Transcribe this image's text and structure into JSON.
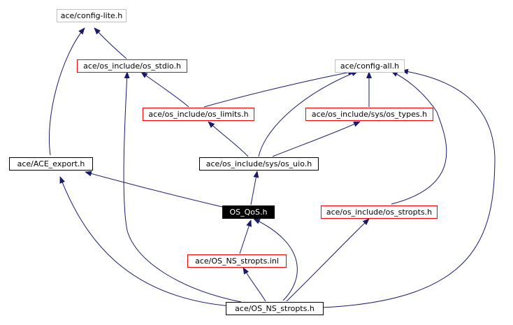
{
  "graph": {
    "nodes": [
      {
        "id": "config_lite",
        "label": "ace/config-lite.h",
        "style": "gray"
      },
      {
        "id": "os_stdio",
        "label": "ace/os_include/os_stdio.h",
        "style": "red"
      },
      {
        "id": "config_all",
        "label": "ace/config-all.h",
        "style": "gray"
      },
      {
        "id": "os_limits",
        "label": "ace/os_include/os_limits.h",
        "style": "red"
      },
      {
        "id": "os_types",
        "label": "ace/os_include/sys/os_types.h",
        "style": "red"
      },
      {
        "id": "ace_export",
        "label": "ace/ACE_export.h",
        "style": "plain"
      },
      {
        "id": "os_uio",
        "label": "ace/os_include/sys/os_uio.h",
        "style": "plain"
      },
      {
        "id": "os_qos",
        "label": "OS_QoS.h",
        "style": "current"
      },
      {
        "id": "os_stropts",
        "label": "ace/os_include/os_stropts.h",
        "style": "red"
      },
      {
        "id": "os_ns_stropts_inl",
        "label": "ace/OS_NS_stropts.inl",
        "style": "red"
      },
      {
        "id": "os_ns_stropts_h",
        "label": "ace/OS_NS_stropts.h",
        "style": "plain"
      }
    ],
    "colors": {
      "edge": "#191970",
      "border_plain": "#000000",
      "border_gray": "#bfbfbf",
      "border_red": "#ff0000",
      "current_fill": "#000000",
      "current_text": "#ffffff"
    }
  }
}
